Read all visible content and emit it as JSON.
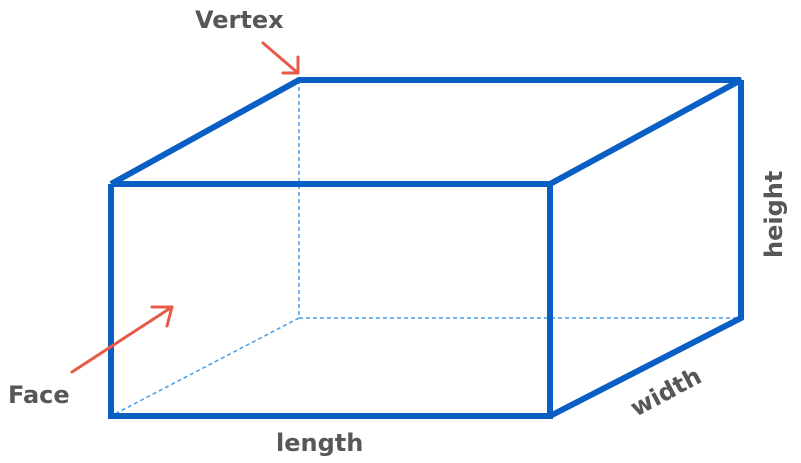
{
  "labels": {
    "vertex": "Vertex",
    "face": "Face",
    "length": "length",
    "width": "width",
    "height": "height"
  },
  "colors": {
    "edge": "#0a5fc4",
    "hidden_edge": "#4a9ae6",
    "arrow": "#e85a48",
    "text": "#575757"
  }
}
